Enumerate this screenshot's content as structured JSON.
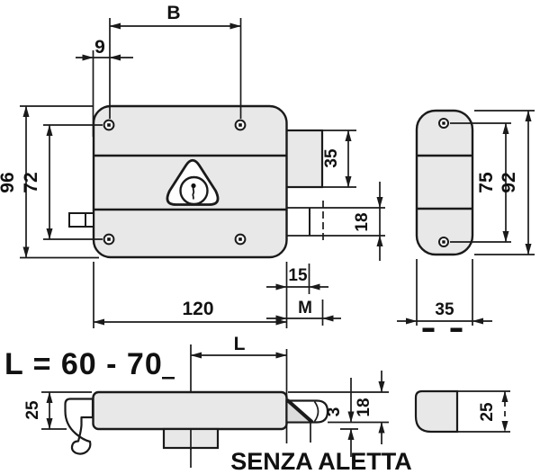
{
  "drawing": {
    "formula": "L = 60 - 70",
    "caption": "SENZA ALETTA",
    "front": {
      "b": "B",
      "nine": "9",
      "h96": "96",
      "h72": "72",
      "w120": "120",
      "t15": "15",
      "m": "M",
      "latch35": "35",
      "bolt18": "18"
    },
    "side": {
      "h75": "75",
      "h92": "92",
      "d35": "35"
    },
    "bottom": {
      "l": "L",
      "left25": "25",
      "bevel3": "3",
      "depth18": "18",
      "right25": "25"
    },
    "colors": {
      "line": "#1a1a1a",
      "body_fill": "#e8e8e8",
      "background": "#ffffff"
    }
  }
}
